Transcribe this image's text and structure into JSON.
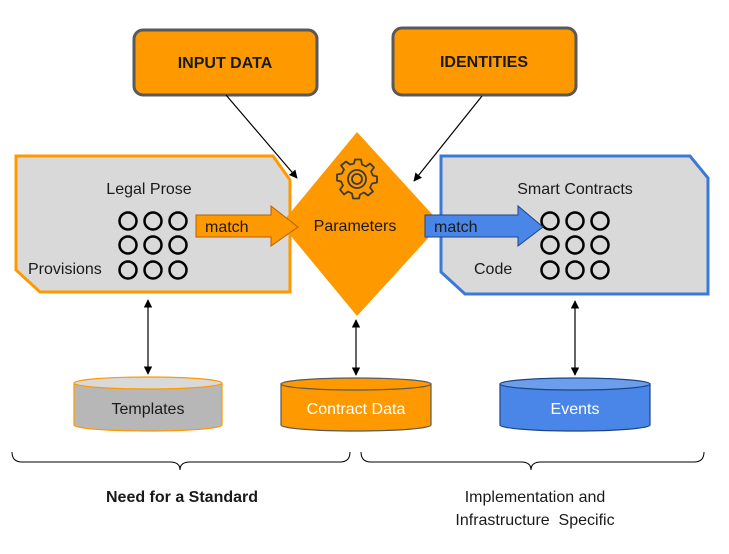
{
  "boxes": {
    "input_data": "INPUT DATA",
    "identities": "IDENTITIES"
  },
  "legal": {
    "title": "Legal Prose",
    "sublabel": "Provisions"
  },
  "smart": {
    "title": "Smart Contracts",
    "sublabel": "Code"
  },
  "center": {
    "label": "Parameters"
  },
  "arrows": {
    "left_match": "match",
    "right_match": "match"
  },
  "databases": {
    "templates": "Templates",
    "contract_data": "Contract Data",
    "events": "Events"
  },
  "footer": {
    "left": "Need for a Standard",
    "right_line1": "Implementation and",
    "right_line2": "Infrastructure  Specific"
  },
  "colors": {
    "orange": "#FF9900",
    "gray_panel": "#D9D9D9",
    "blue": "#4A86E8",
    "blue_border": "#3C78D8",
    "dark_border": "#595959"
  }
}
